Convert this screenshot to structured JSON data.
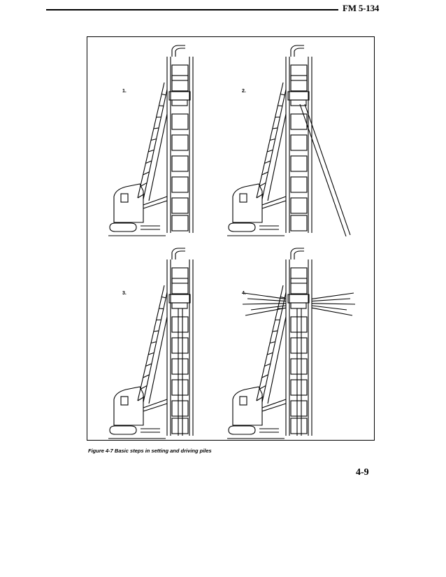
{
  "header": {
    "doc_id": "FM 5-134"
  },
  "figure": {
    "steps": [
      {
        "label": "1."
      },
      {
        "label": "2."
      },
      {
        "label": "3."
      },
      {
        "label": "4."
      }
    ],
    "caption": "Figure 4-7  Basic steps in setting and driving piles"
  },
  "footer": {
    "page_number": "4-9"
  }
}
